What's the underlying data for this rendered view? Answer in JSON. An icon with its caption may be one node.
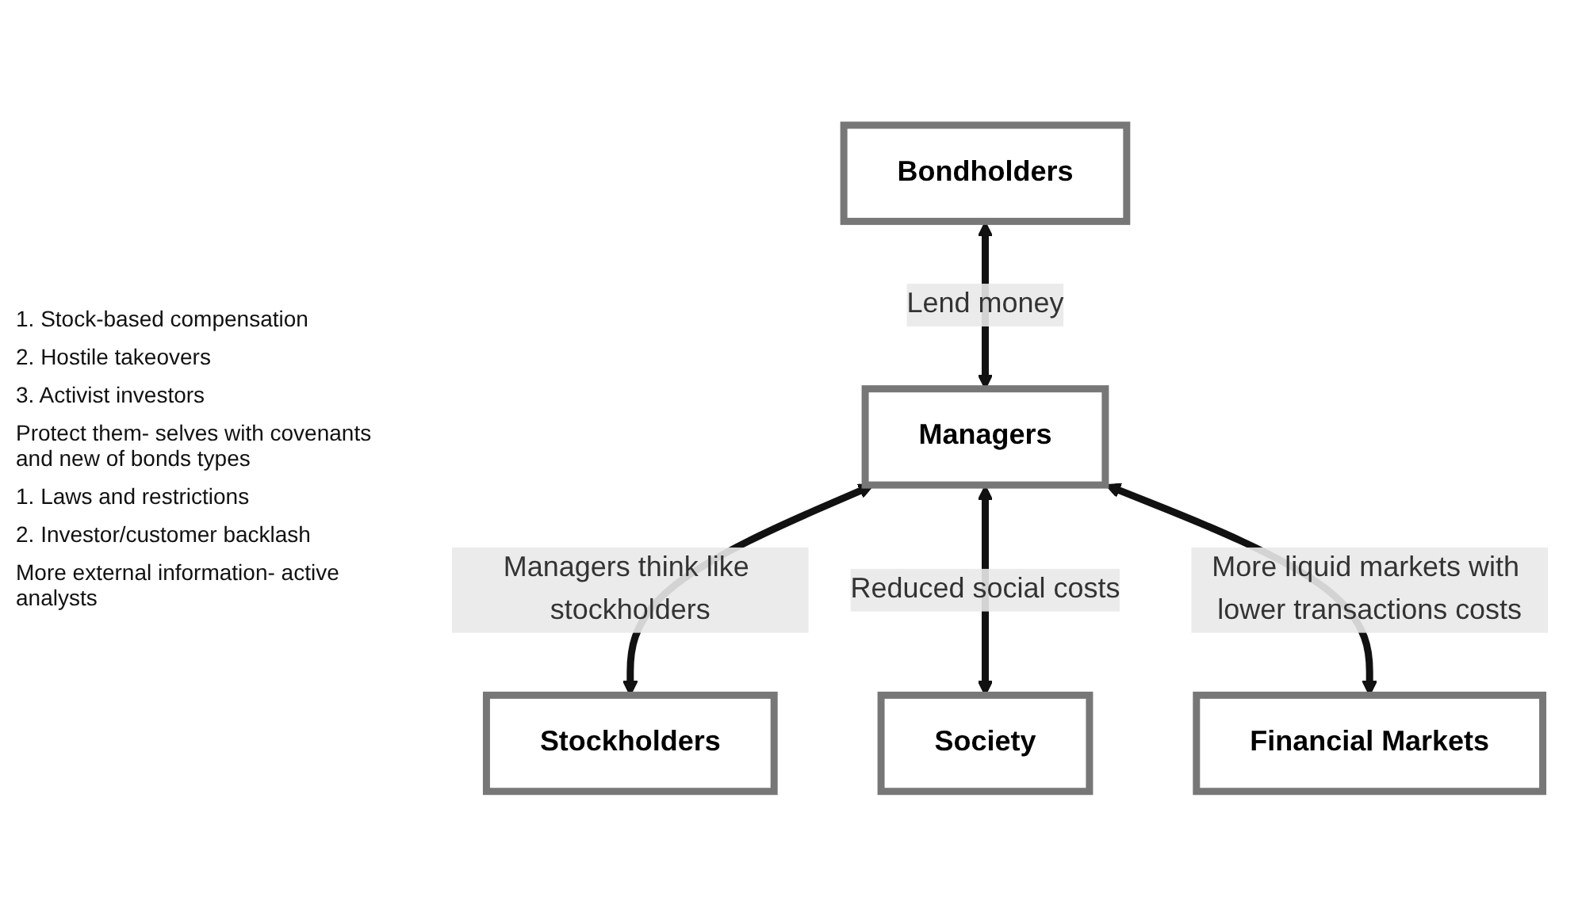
{
  "diagram": {
    "nodes": [
      {
        "text": [
          "Stockholders"
        ]
      },
      {
        "text": [
          "Bondholders"
        ]
      },
      {
        "text": [
          "Managers"
        ]
      },
      {
        "text": [
          "Society"
        ]
      },
      {
        "text": [
          "Financial Markets"
        ]
      }
    ],
    "edges": [
      {
        "from": 2,
        "to": 0,
        "arrow": "both",
        "label": "Managers think like stockholders"
      },
      {
        "from": 1,
        "to": 2,
        "arrow": "both",
        "label": "Lend money"
      },
      {
        "from": 2,
        "to": 3,
        "arrow": "both",
        "label": "Reduced social costs"
      },
      {
        "from": 2,
        "to": 4,
        "arrow": "both",
        "label": "More liquid markets with lower transactions costs"
      }
    ],
    "labels": [
      "1. Stock-based compensation",
      "2. Hostile takeovers",
      "3. Activist investors",
      "Protect them- selves with covenants and new of bonds types",
      "1. Laws and restrictions",
      "2. Investor/customer backlash",
      "More external information- active analysts"
    ]
  }
}
